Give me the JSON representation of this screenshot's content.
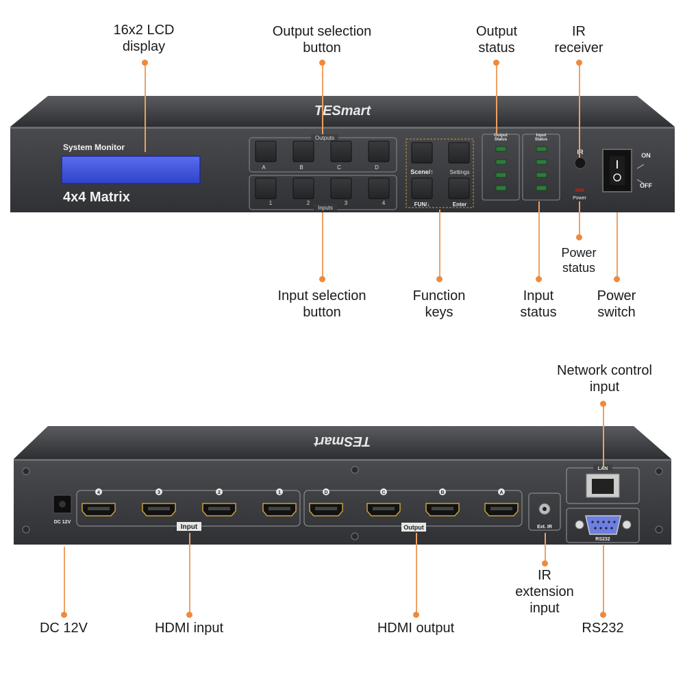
{
  "callouts_front": {
    "lcd": "16x2 LCD\ndisplay",
    "output_sel": "Output selection\nbutton",
    "output_status": "Output\nstatus",
    "ir_receiver": "IR\nreceiver",
    "power_status": "Power\nstatus",
    "input_sel": "Input selection\nbutton",
    "function_keys": "Function\nkeys",
    "input_status": "Input\nstatus",
    "power_switch": "Power\nswitch"
  },
  "callouts_rear": {
    "network": "Network control\ninput",
    "ir_ext": "IR\nextension\ninput",
    "dc": "DC 12V",
    "hdmi_in": "HDMI input",
    "hdmi_out": "HDMI output",
    "rs232": "RS232"
  },
  "front_panel": {
    "brand": "TESmart",
    "system_monitor": "System Monitor",
    "model": "4x4 Matrix",
    "outputs_label": "Outputs",
    "inputs_label": "Inputs",
    "output_buttons": [
      "A",
      "B",
      "C",
      "D"
    ],
    "input_buttons": [
      "1",
      "2",
      "3",
      "4"
    ],
    "func_scene": "Scene/↑",
    "func_settings": "Settings",
    "func_fun": "FUN/↓",
    "func_enter": "Enter",
    "output_status_label": "Output\nStatus",
    "input_status_label": "Input\nStatus",
    "ir_label": "IR",
    "power_label": "Power",
    "on_label": "ON",
    "off_label": "OFF"
  },
  "rear_panel": {
    "brand": "TESmart",
    "dc_label": "DC 12V",
    "input_group_label": "Input",
    "output_group_label": "Output",
    "input_ports": [
      "4",
      "3",
      "2",
      "1"
    ],
    "output_ports": [
      "D",
      "C",
      "B",
      "A"
    ],
    "ext_ir_label": "Ext. IR",
    "lan_label": "LAN",
    "rs232_label": "RS232"
  },
  "colors": {
    "accent": "#ee8a3c",
    "leader": "#f0a060",
    "chassis": "#3c3d40",
    "lcd": "#3e52d8",
    "led": "#2e7a3a"
  }
}
